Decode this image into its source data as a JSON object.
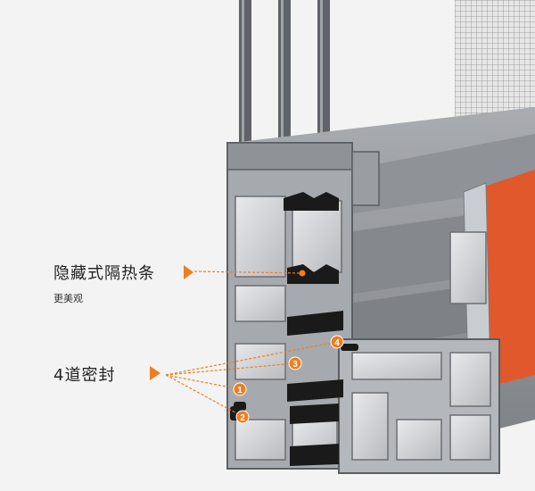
{
  "callouts": {
    "hidden_strip": {
      "title": "隐藏式隔热条",
      "subtitle": "更美观"
    },
    "seals": {
      "title": "4道密封",
      "markers": [
        "1",
        "2",
        "3",
        "4"
      ]
    }
  },
  "colors": {
    "accent": "#f07d1e",
    "frame": "#8c8f93",
    "frame_light": "#c9ccd0",
    "frame_dark": "#5b5e62",
    "insulation_strip": "#1a1a1a",
    "gasket_fill": "#e0582c",
    "background": "#f3f3f3"
  },
  "icons": {
    "pointer": "triangle-right-icon",
    "marker": "numbered-circle-icon"
  }
}
